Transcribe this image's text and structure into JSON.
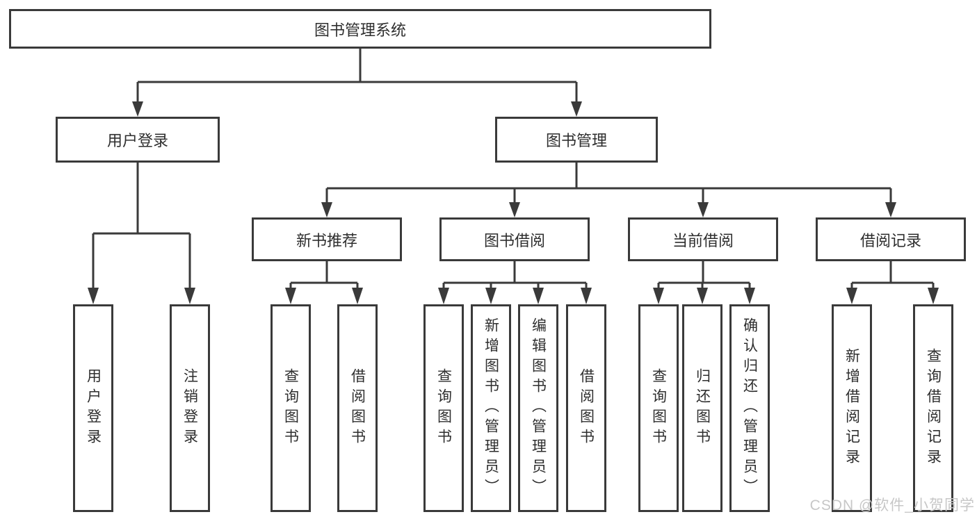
{
  "colors": {
    "line": "#3a3a3a",
    "box_border": "#3a3a3a",
    "text": "#2e2e2e",
    "background": "#ffffff",
    "watermark": "#c7c7c7"
  },
  "watermark": {
    "text": "CSDN @软件_小贺同学"
  },
  "tree": {
    "root": {
      "label": "图书管理系统"
    },
    "level2": [
      {
        "label": "用户登录"
      },
      {
        "label": "图书管理"
      }
    ],
    "level3": [
      {
        "label": "新书推荐"
      },
      {
        "label": "图书借阅"
      },
      {
        "label": "当前借阅"
      },
      {
        "label": "借阅记录"
      }
    ],
    "leaves": {
      "user_login": [
        {
          "label": "用户登录"
        },
        {
          "label": "注销登录"
        }
      ],
      "new_book_recommend": [
        {
          "label": "查询图书"
        },
        {
          "label": "借阅图书"
        }
      ],
      "book_borrow": [
        {
          "label": "查询图书"
        },
        {
          "label": "新增图书（管理员）"
        },
        {
          "label": "编辑图书（管理员）"
        },
        {
          "label": "借阅图书"
        }
      ],
      "current_borrow": [
        {
          "label": "查询图书"
        },
        {
          "label": "归还图书"
        },
        {
          "label": "确认归还（管理员）"
        }
      ],
      "borrow_records": [
        {
          "label": "新增借阅记录"
        },
        {
          "label": "查询借阅记录"
        }
      ]
    }
  }
}
